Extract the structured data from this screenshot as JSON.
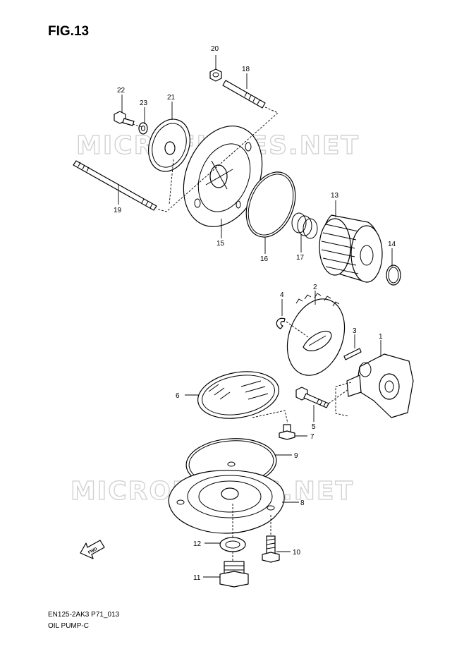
{
  "figure": {
    "label": "FIG.13"
  },
  "footer": {
    "code": "EN125-2AK3 P71_013",
    "title": "OIL PUMP-C"
  },
  "watermark": "MICROFICHES.NET",
  "fwd_label": "FWD",
  "callouts": {
    "c1": "1",
    "c2": "2",
    "c3": "3",
    "c4": "4",
    "c5": "5",
    "c6": "6",
    "c7": "7",
    "c8": "8",
    "c9": "9",
    "c10": "10",
    "c11": "11",
    "c12": "12",
    "c13": "13",
    "c14": "14",
    "c15": "15",
    "c16": "16",
    "c17": "17",
    "c18": "18",
    "c19": "19",
    "c20": "20",
    "c21": "21",
    "c22": "22",
    "c23": "23"
  }
}
